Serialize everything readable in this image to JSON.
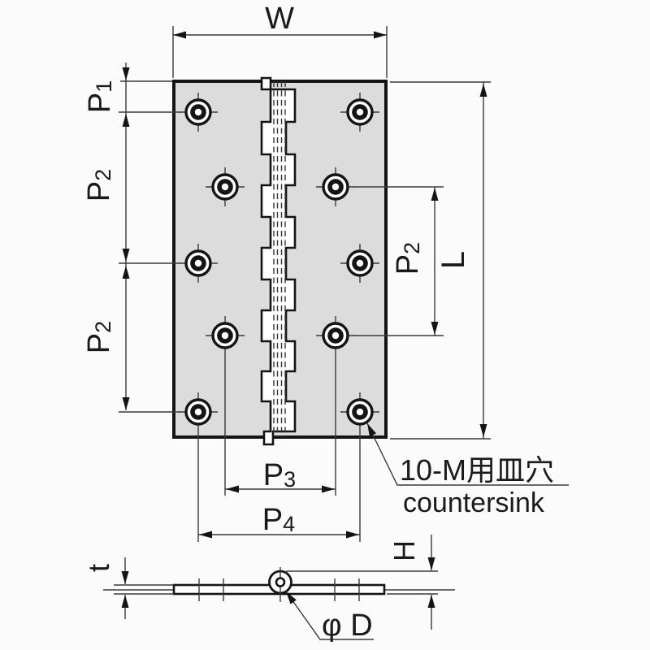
{
  "drawing": {
    "labels": {
      "w": "W",
      "l": "L",
      "p1": {
        "base": "P",
        "sub": "1"
      },
      "p2": {
        "base": "P",
        "sub": "2"
      },
      "p3": {
        "base": "P",
        "sub": "3"
      },
      "p4": {
        "base": "P",
        "sub": "4"
      },
      "t": "t",
      "h": "H",
      "phi_d": "φ D",
      "note_jp": "10-M用皿穴",
      "note_en": "countersink"
    },
    "colors": {
      "plate_fill": "#dcdcdc",
      "line": "#1a1a1a",
      "background": "#fbfbfb"
    }
  }
}
